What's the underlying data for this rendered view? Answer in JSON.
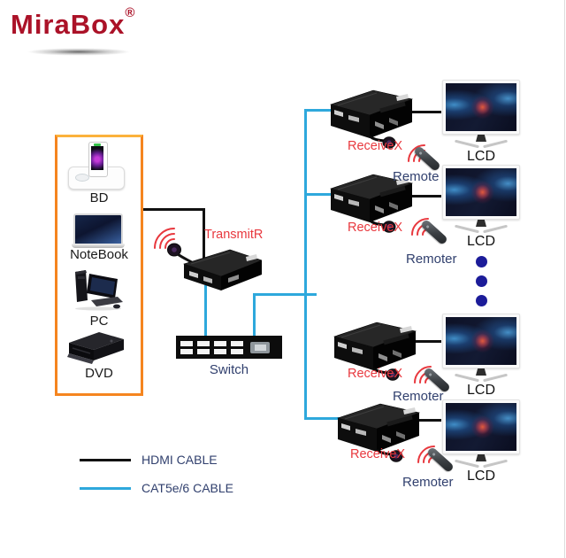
{
  "logo": {
    "text": "MiraBox",
    "reg": "®"
  },
  "sources": {
    "items": [
      {
        "label": "BD",
        "icon": "media-dock-icon"
      },
      {
        "label": "NoteBook",
        "icon": "notebook-icon"
      },
      {
        "label": "PC",
        "icon": "desktop-pc-icon"
      },
      {
        "label": "DVD",
        "icon": "dvd-player-icon"
      }
    ]
  },
  "transmitter": {
    "label": "TransmitR",
    "icon": "transmitter-box-icon"
  },
  "network_switch": {
    "label": "Switch",
    "icon": "switch-box-icon"
  },
  "receivers": [
    {
      "label": "ReceiveX",
      "remote_label": "Remote",
      "display_label": "LCD"
    },
    {
      "label": "ReceiveX",
      "remote_label": "Remoter",
      "display_label": "LCD"
    },
    {
      "label": "ReceiveX",
      "remote_label": "Remoter",
      "display_label": "LCD"
    },
    {
      "label": "ReceiveX",
      "remote_label": "Remoter",
      "display_label": "LCD"
    }
  ],
  "ellipsis_dots_count": 3,
  "legend": {
    "items": [
      {
        "label": "HDMI CABLE",
        "color": "#111111"
      },
      {
        "label": "CAT5e/6 CABLE",
        "color": "#2ea8dc"
      }
    ]
  },
  "colors": {
    "logo_red": "#ab1228",
    "accent_red": "#e8383e",
    "label_navy": "#31406e",
    "cable_black": "#111111",
    "cable_cyan": "#2ea8dc",
    "source_box_orange": "#f5851f",
    "dots_navy": "#1c1c99"
  }
}
